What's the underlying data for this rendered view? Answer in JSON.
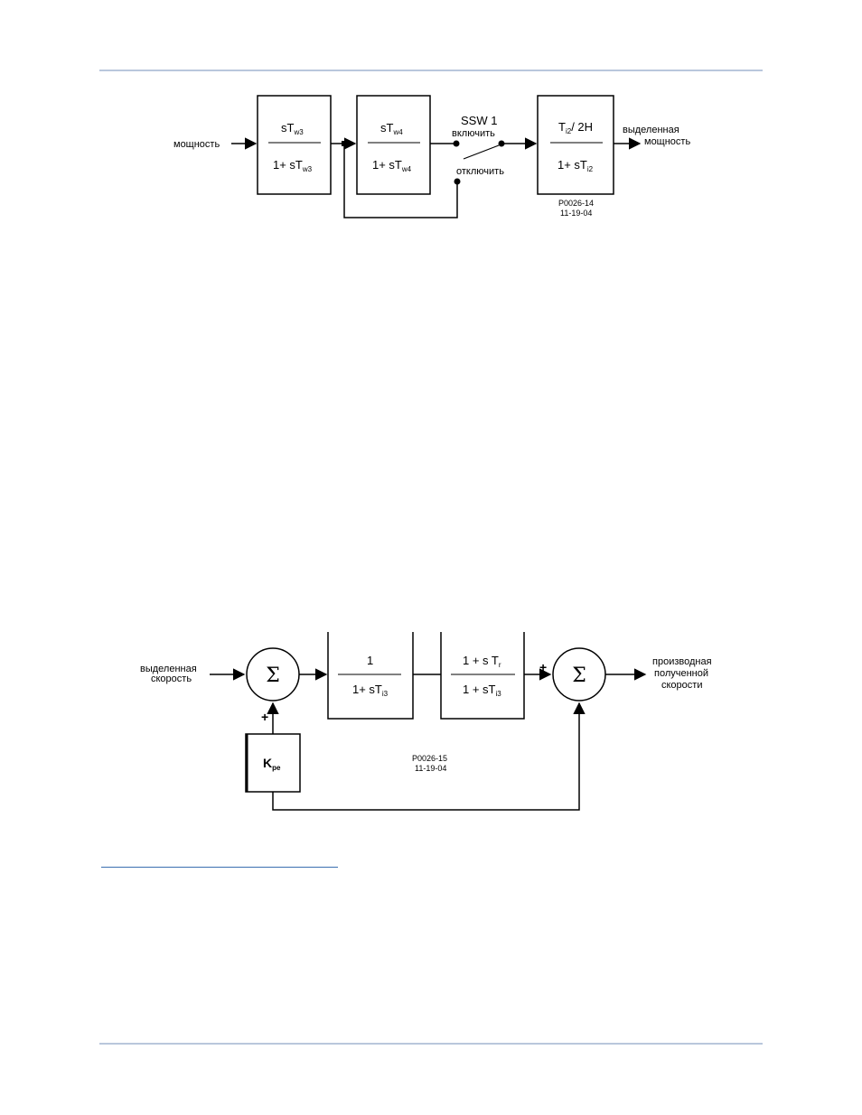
{
  "colors": {
    "rule": "#b9c7dc",
    "link": "#3a6fb0"
  },
  "diagram1": {
    "input_label": "мощность",
    "output_label_line1": "выделенная",
    "output_label_line2": "мощность",
    "block1": {
      "num_prefix": "sT",
      "num_sub": "w3",
      "den_prefix": "1+ sT",
      "den_sub": "w3"
    },
    "block2": {
      "num_prefix": "sT",
      "num_sub": "w4",
      "den_prefix": "1+ sT",
      "den_sub": "w4"
    },
    "switch": {
      "name": "SSW 1",
      "on_label": "включить",
      "off_label": "отключить"
    },
    "block3": {
      "num_prefix": "T",
      "num_sub": "i2",
      "num_suffix": "/ 2H",
      "den_prefix": "1+ sT",
      "den_sub": "i2"
    },
    "code_line1": "P0026-14",
    "code_line2": "11-19-04"
  },
  "diagram2": {
    "input_label_line1": "выделенная",
    "input_label_line2": "скорость",
    "sum_symbol": "Σ",
    "plus_sign": "+",
    "block1": {
      "num": "1",
      "den_prefix": "1+ sT",
      "den_sub": "i3"
    },
    "block2": {
      "num_prefix": "1 + s T",
      "num_sub": "r",
      "den_prefix": "1 + sT",
      "den_sub": "i3"
    },
    "gain": {
      "prefix": "K",
      "sub": "pe"
    },
    "output_label_line1": "производная",
    "output_label_line2": "полученной",
    "output_label_line3": "скорости",
    "code_line1": "P0026-15",
    "code_line2": "11-19-04"
  }
}
